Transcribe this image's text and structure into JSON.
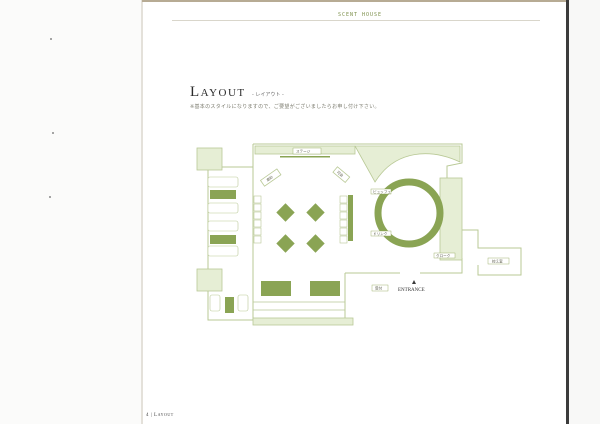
{
  "page": {
    "header": "SCENT HOUSE",
    "title": "Layout",
    "subtitle": "- レイアウト -",
    "description": "※基本のスタイルになりますので、ご要望がございましたらお申し付け下さい。",
    "footer": {
      "page_number": "4",
      "separator": "|",
      "section": "Layout"
    }
  },
  "floor_plan": {
    "labels": {
      "stage": "ステージ",
      "lounge_left": "高砂",
      "lounge_right": "司会",
      "buffet": "ビュッフェ",
      "drink": "ドリンク",
      "cloak": "クローク",
      "waiting_room": "控え室",
      "reception": "受付",
      "entrance": "ENTRANCE"
    },
    "colors": {
      "accent": "#8aa454",
      "light": "#e6eed5",
      "line": "#b9c996"
    }
  }
}
